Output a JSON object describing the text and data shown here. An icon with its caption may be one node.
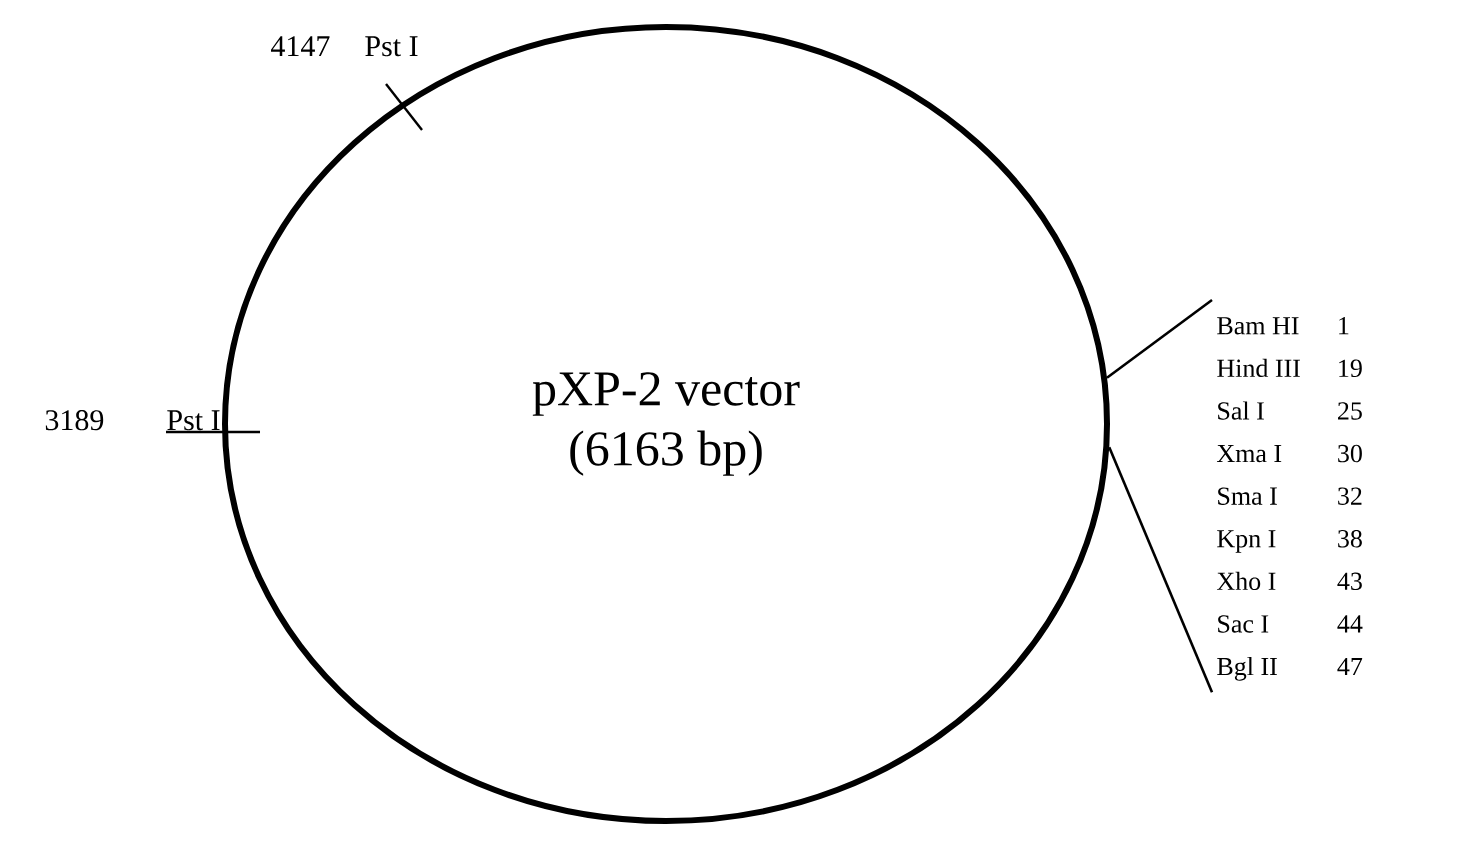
{
  "diagram": {
    "nodes": [
      {
        "text": [
          "pXP-2 vector (6163 bp)"
        ]
      },
      {
        "text": [
          "Bam HI",
          "1",
          "Hind III",
          "19",
          "Sal I",
          "25",
          "Xma I",
          "30",
          "Sma I",
          "32",
          "Kpn I",
          "38",
          "Xho I",
          "43",
          "Sac I",
          "44",
          "Bgl II",
          "47"
        ]
      }
    ],
    "edges": [
      {
        "from": 0,
        "to": 1,
        "arrow": "none"
      },
      {
        "from": 0,
        "to": 1,
        "arrow": "none"
      }
    ],
    "labels": [
      "4147",
      "Pst I",
      "3189",
      "Pst I"
    ]
  }
}
